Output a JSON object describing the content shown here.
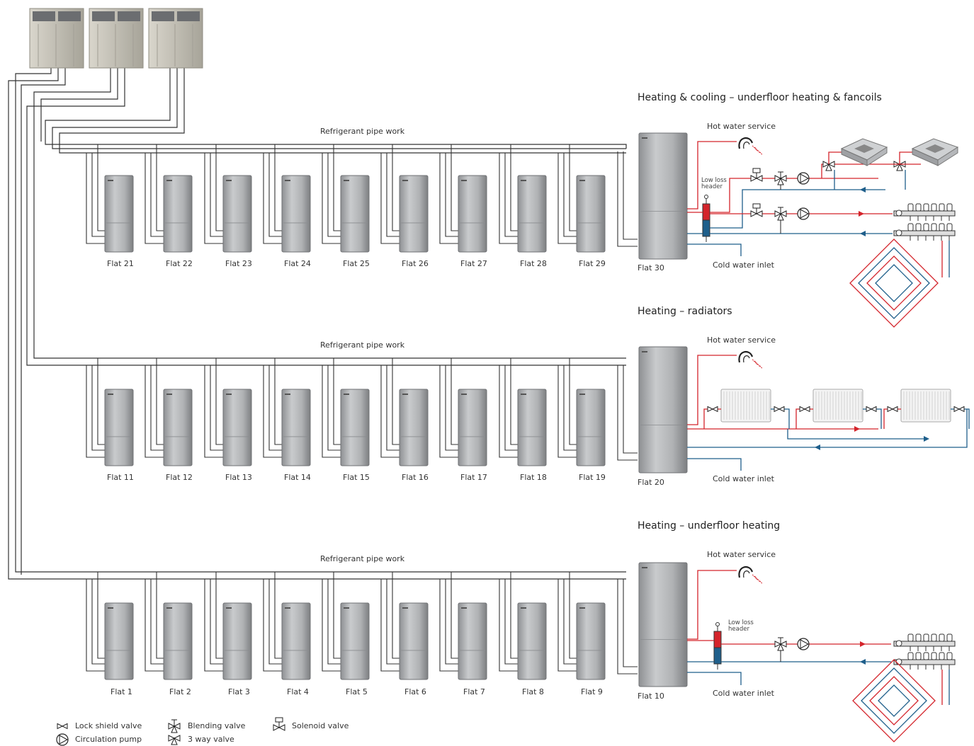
{
  "sections": [
    {
      "title": "Heating & cooling – underfloor heating & fancoils",
      "pipe_label": "Refrigerant pipe work",
      "flats": [
        "Flat 21",
        "Flat 22",
        "Flat 23",
        "Flat 24",
        "Flat 25",
        "Flat 26",
        "Flat 27",
        "Flat 28",
        "Flat 29"
      ],
      "main_flat": "Flat 30",
      "hot_water": "Hot water service",
      "cold_water": "Cold water inlet",
      "header_label": "Low loss header"
    },
    {
      "title": "Heating – radiators",
      "pipe_label": "Refrigerant pipe work",
      "flats": [
        "Flat 11",
        "Flat 12",
        "Flat 13",
        "Flat 14",
        "Flat 15",
        "Flat 16",
        "Flat 17",
        "Flat 18",
        "Flat 19"
      ],
      "main_flat": "Flat 20",
      "hot_water": "Hot water service",
      "cold_water": "Cold water inlet"
    },
    {
      "title": "Heating – underfloor heating",
      "pipe_label": "Refrigerant pipe work",
      "flats": [
        "Flat 1",
        "Flat 2",
        "Flat 3",
        "Flat 4",
        "Flat 5",
        "Flat 6",
        "Flat 7",
        "Flat 8",
        "Flat 9"
      ],
      "main_flat": "Flat 10",
      "hot_water": "Hot water service",
      "cold_water": "Cold water inlet",
      "header_label": "Low loss header"
    }
  ],
  "legend": {
    "lock_shield": "Lock shield valve",
    "circulation_pump": "Circulation pump",
    "blending": "Blending valve",
    "three_way": "3 way valve",
    "solenoid": "Solenoid valve"
  },
  "colors": {
    "hot": "#d4242b",
    "cold": "#1f5f8b",
    "pipe": "#333333",
    "unit": "#b3b5b7"
  }
}
